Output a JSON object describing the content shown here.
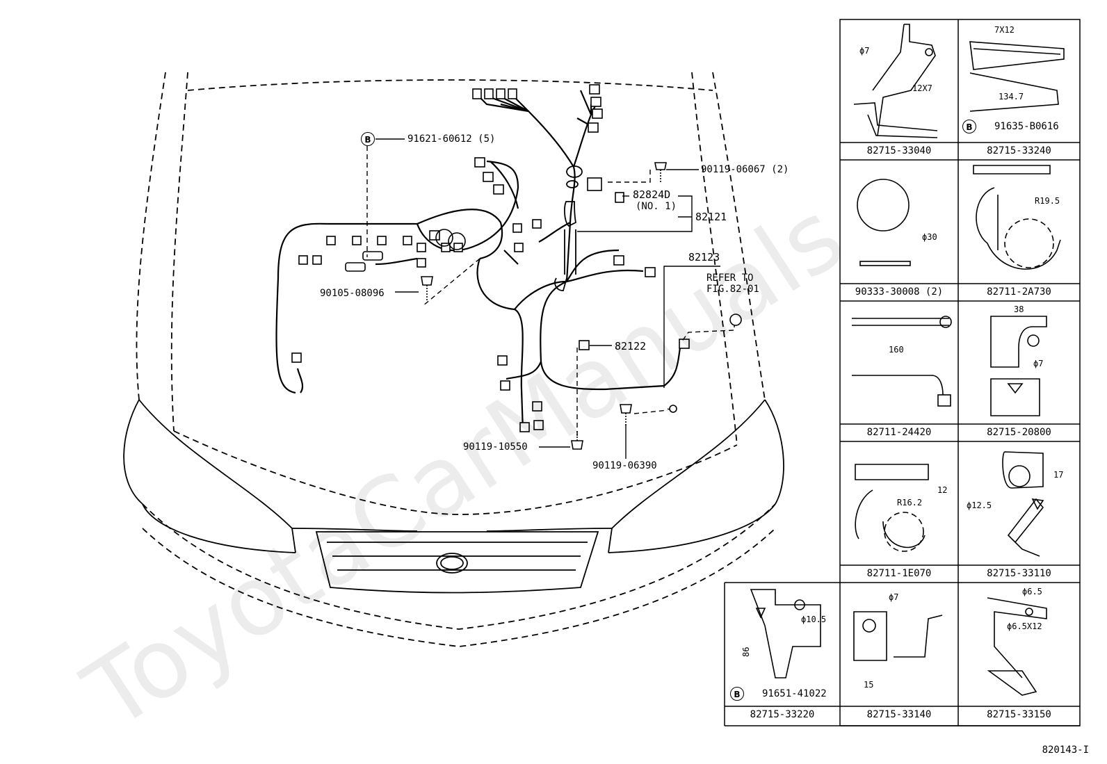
{
  "main_labels": {
    "bolt_b_left": "91621-60612 (5)",
    "bolt_top": "90119-06067 (2)",
    "clamp_82824d": "82824D",
    "clamp_no1": "(NO. 1)",
    "harness_82121": "82121",
    "harness_82123": "82123",
    "refer_to": "REFER TO",
    "fig_ref": "FIG.82-01",
    "bolt_left": "90105-08096",
    "harness_82122": "82122",
    "bolt_bottom_left": "90119-10550",
    "bolt_bottom_right": "90119-06390"
  },
  "b_marker": "B",
  "parts_table": [
    {
      "part": "82715-33040",
      "dims": [
        "ϕ7",
        "12X7"
      ]
    },
    {
      "part": "82715-33240",
      "dims": [
        "7X12",
        "134.7"
      ],
      "extra": "91635-B0616"
    },
    {
      "part": "90333-30008 (2)",
      "dims": [
        "ϕ30"
      ]
    },
    {
      "part": "82711-2A730",
      "dims": [
        "R19.5"
      ]
    },
    {
      "part": "82711-24420",
      "dims": [
        "160"
      ]
    },
    {
      "part": "82715-20800",
      "dims": [
        "38",
        "ϕ7"
      ]
    },
    {
      "part": "82711-1E070",
      "dims": [
        "12",
        "R16.2"
      ]
    },
    {
      "part": "82715-33110",
      "dims": [
        "17",
        "ϕ12.5"
      ]
    },
    {
      "part": "82715-33220",
      "dims": [
        "ϕ10.5",
        "86"
      ],
      "extra": "91651-41022"
    },
    {
      "part": "82715-33140",
      "dims": [
        "ϕ7",
        "15"
      ]
    },
    {
      "part": "82715-33150",
      "dims": [
        "ϕ6.5",
        "ϕ6.5X12"
      ]
    }
  ],
  "watermark": "ToyotaCarManuals",
  "figure_id": "820143-I"
}
